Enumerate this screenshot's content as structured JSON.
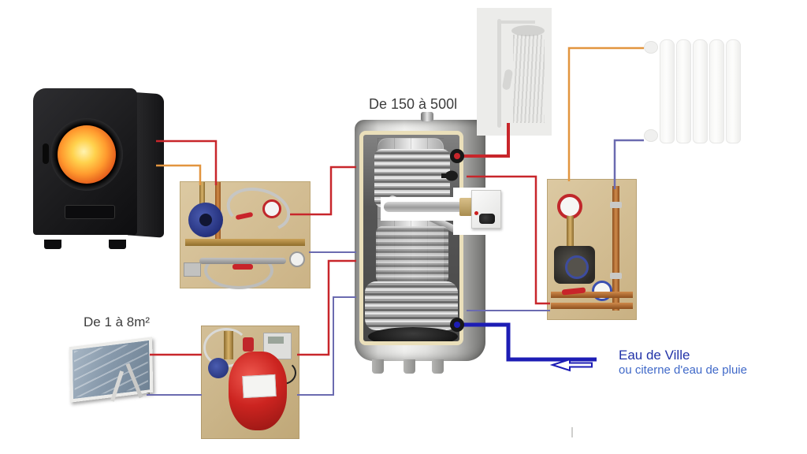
{
  "diagram": {
    "labels": {
      "tank_capacity": "De 150 à 500l",
      "solar_area": "De 1 à 8m²"
    },
    "water_supply": {
      "line1": "Eau de Ville",
      "line2": "ou citerne d'eau de pluie"
    }
  },
  "colors": {
    "hot": "#c8262b",
    "warm": "#e2953f",
    "return_blue": "#6b6bb0",
    "cold_main": "#1d1db5",
    "label": "#3c3c3c",
    "water_label_dark": "#2233a8",
    "water_label_light": "#4069c8"
  },
  "components": {
    "stove": "wood-boiler-stove",
    "loading_unit": "boiler-loading-pump-unit",
    "solar_panel": "solar-thermal-collector",
    "solar_station": "solar-station-expansion-vessel",
    "tank": "combi-buffer-tank-cutaway",
    "heater": "electric-immersion-heater",
    "shower": "shower",
    "radiator": "radiator",
    "heating_group": "heating-circuit-pump-group",
    "arrow": "left-arrow-icon"
  }
}
